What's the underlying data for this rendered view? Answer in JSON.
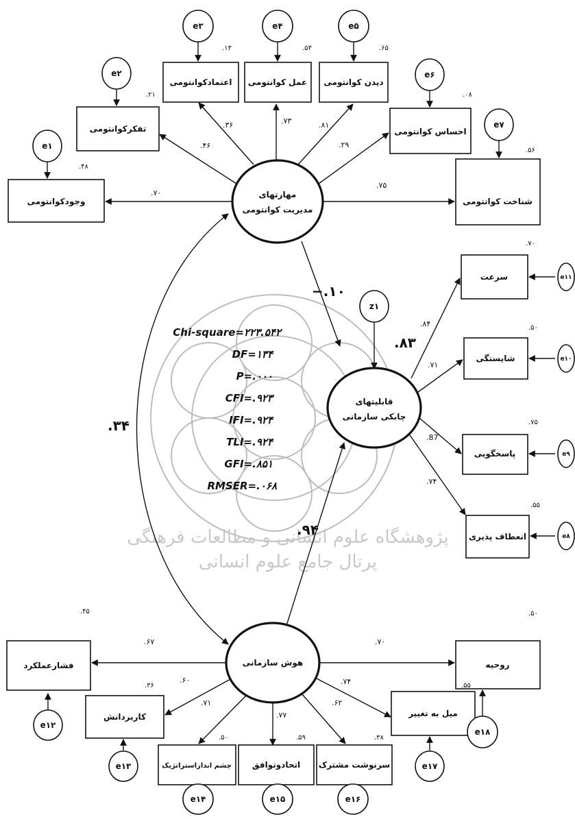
{
  "latent": {
    "quantum": [
      "مهارتهای",
      "مدیریت کوانتومی"
    ],
    "agility": [
      "قابلیتهای",
      "چابکی سازمانی"
    ],
    "intelligence": [
      "هوش سازمانی"
    ]
  },
  "indicators": {
    "wojud": "وجودکوانتومی",
    "tafakkor": "تفکرکوانتومی",
    "etemad": "اعتمادکوانتومی",
    "amal": "عمل کوانتومی",
    "didan": "دیدن کوانتومی",
    "ehsas": "احساس کوانتومی",
    "shenakht": "شناخت کوانتومی",
    "sorat": "سرعت",
    "shayestegi": "شایستگی",
    "pasokhgooyi": "پاسخگویی",
    "eneaf": "انعطاف پذیری",
    "fashar": "فشارعملکرد",
    "karbord": "کاربردانش",
    "cheshm": "چشم اندازاستراتژیک",
    "ettehad": "اتحادوتوافق",
    "sarnevesht": "سرنوشت مشترک",
    "meyl": "میل به تغییر",
    "roohiye": "روحیه"
  },
  "errors": {
    "e1": "e۱",
    "e2": "e۲",
    "e3": "e۳",
    "e4": "e۴",
    "e5": "e۵",
    "e6": "e۶",
    "e7": "e۷",
    "e8": "e۸",
    "e9": "e۹",
    "e10": "e۱۰",
    "e11": "e۱۱",
    "e12": "e۱۲",
    "e13": "e۱۳",
    "e14": "e۱۴",
    "e15": "e۱۵",
    "e16": "e۱۶",
    "e17": "e۱۷",
    "e18": "e۱۸",
    "z1": "z۱"
  },
  "loadings": {
    "wojud": ".۷۰",
    "tafakkor": ".۴۶",
    "etemad": ".۳۶",
    "amal": ".۷۳",
    "didan": ".۸۱",
    "ehsas": ".۲۹",
    "shenakht": ".۷۵",
    "sorat": ".۸۴",
    "shayestegi": ".۷۱",
    "pasokhgooyi": ".87",
    "eneaf": ".۷۴",
    "fashar": ".۶۷",
    "karbord": ".۶۰",
    "cheshm": ".۷۱",
    "ettehad": ".۷۷",
    "sarnevesht": ".۶۲",
    "meyl": ".۷۴",
    "roohiye": ".۷۰"
  },
  "r2": {
    "wojud": ".۴۸",
    "tafakkor": ".۲۱",
    "etemad": ".۱۳",
    "amal": ".۵۳",
    "didan": ".۶۵",
    "ehsas": ".۰۸",
    "shenakht": ".۵۶",
    "sorat": ".۷۰",
    "shayestegi": ".۵۰",
    "pasokhgooyi": ".۷۵",
    "eneaf": ".۵۵",
    "fashar": ".۴۵",
    "karbord": ".۳۶",
    "cheshm": ".۵۰",
    "ettehad": ".۵۹",
    "sarnevesht": ".۳۸",
    "meyl": ".۵۵",
    "roohiye": ".۵۰"
  },
  "paths": {
    "quantum_to_agility": "−.۱۰",
    "intelligence_to_agility": ".۹۴",
    "covariance": ".۳۴",
    "agility_r2": ".۸۳"
  },
  "fit": [
    "Chi-square=۲۲۳.۵۴۲",
    "DF=۱۳۴",
    "P=.۰۰۰",
    "CFI=.۹۲۳",
    "IFI=.۹۲۴",
    "TLI=.۹۲۴",
    "GFI=.۸۵۱",
    "RMSER=.۰۶۸"
  ],
  "watermark": {
    "line1": "پژوهشگاه علوم انسانی و مطالعات فرهنگی",
    "line2": "پرتال جامع علوم انسانی"
  },
  "colors": {
    "stroke": "#111111",
    "watermark": "#bdbdbd"
  }
}
